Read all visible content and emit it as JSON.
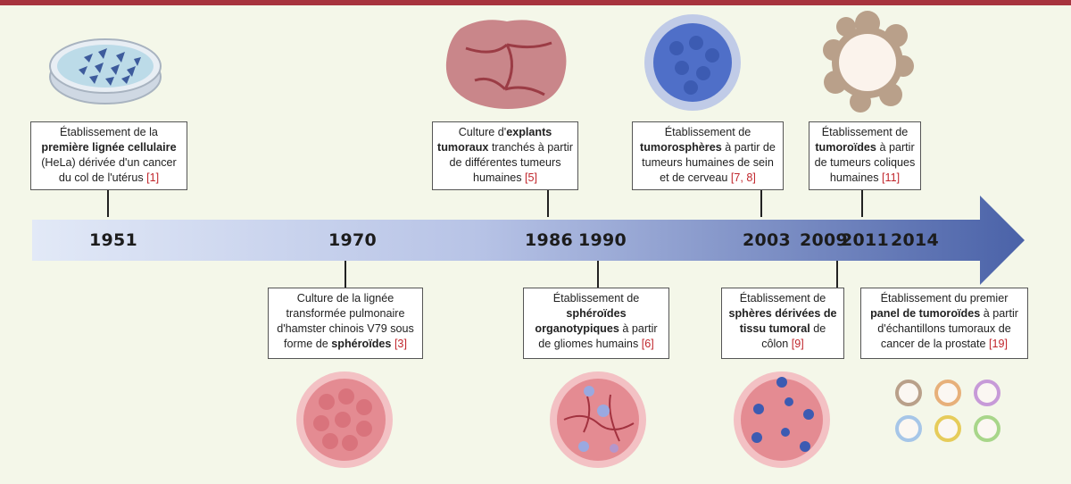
{
  "years": [
    "1951",
    "1970",
    "1986",
    "1990",
    "2003",
    "2009",
    "2011",
    "2014"
  ],
  "events": {
    "e1951": {
      "pre": "Établissement de la",
      "bold": "première lignée cellulaire",
      "post": "(HeLa) dérivée d'un cancer du col de l'utérus",
      "ref": "[1]"
    },
    "e1970": {
      "pre": "Culture de la lignée transformée pulmonaire d'hamster chinois V79 sous forme de",
      "bold": "sphéroïdes",
      "ref": "[3]"
    },
    "e1986": {
      "pre": "Culture d'",
      "bold": "explants tumoraux",
      "post": "tranchés à partir de différentes tumeurs humaines",
      "ref": "[5]"
    },
    "e1990": {
      "pre": "Établissement de",
      "bold": "sphéroïdes organotypiques",
      "post": "à partir de gliomes humains",
      "ref": "[6]"
    },
    "e2003": {
      "pre": "Établissement de",
      "bold": "tumorosphères",
      "post": "à partir de tumeurs humaines de sein et de cerveau",
      "ref": "[7, 8]"
    },
    "e2009": {
      "pre": "Établissement de",
      "bold": "sphères dérivées de tissu tumoral",
      "post": "de côlon",
      "ref": "[9]"
    },
    "e2011": {
      "pre": "Établissement de",
      "bold": "tumoroïdes",
      "post": "à partir de tumeurs coliques humaines",
      "ref": "[11]"
    },
    "e2014": {
      "pre": "Établissement du premier",
      "bold": "panel de tumoroïdes",
      "post": "à partir d'échantillons tumoraux de cancer de la prostate",
      "ref": "[19]"
    }
  },
  "colors": {
    "accent": "#a7343e",
    "background": "#f4f7e9",
    "arrow_start": "#dfe6f6",
    "arrow_end": "#4a62a8",
    "ref": "#c0262c"
  }
}
